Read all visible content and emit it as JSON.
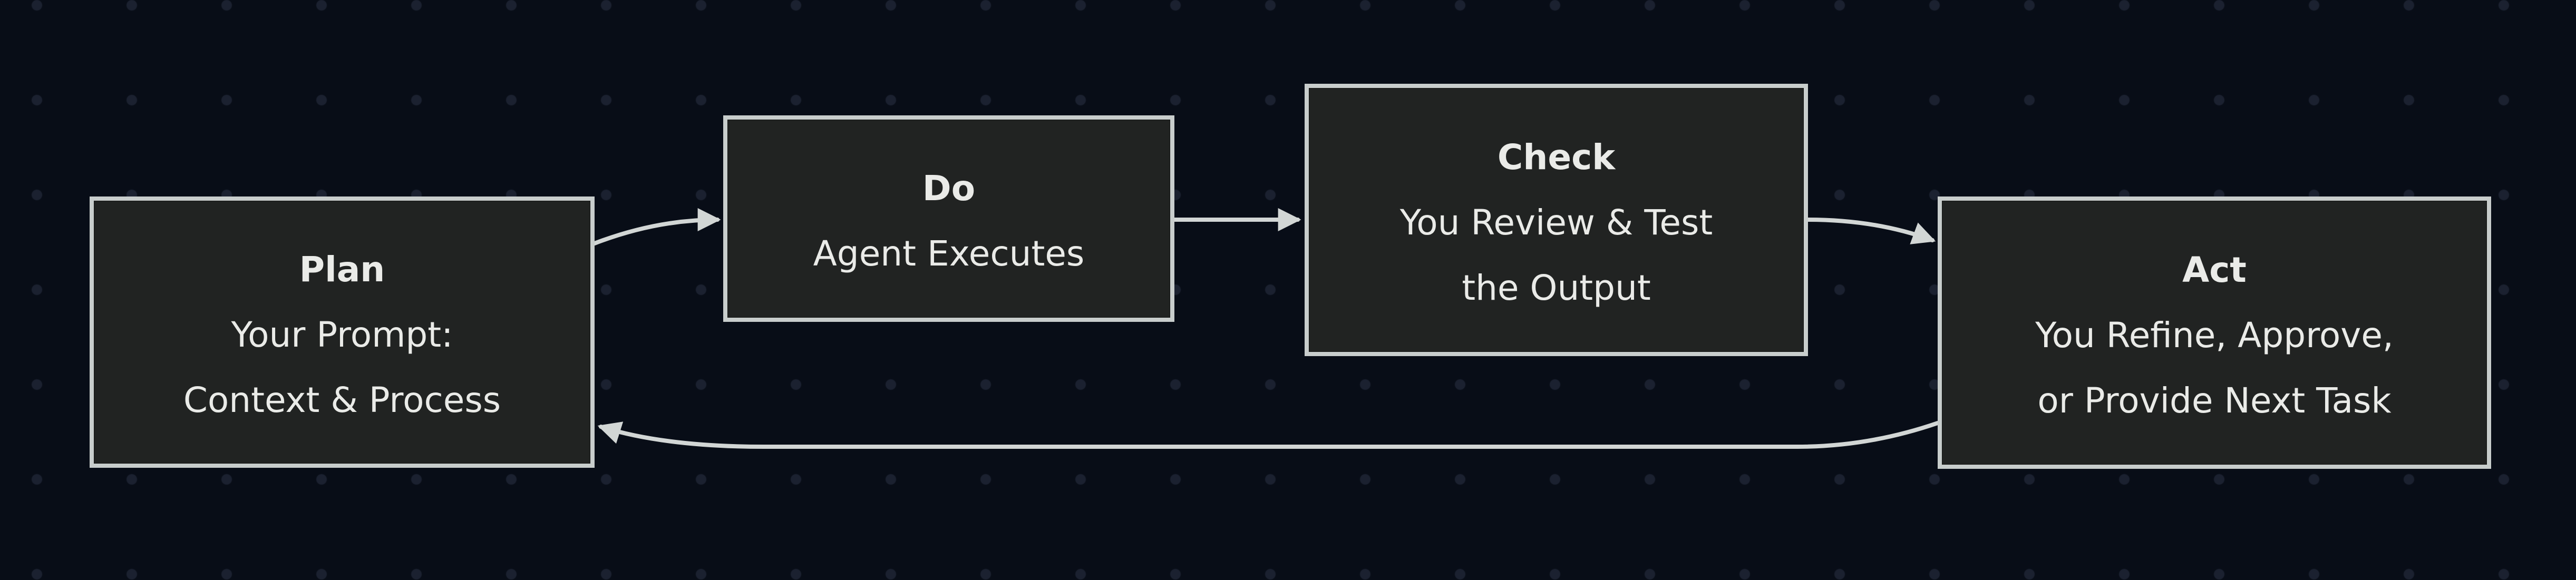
{
  "colors": {
    "bg": "#080d17",
    "dot": "#1b2130",
    "node_fill": "#212322",
    "node_border": "#c8cdcc",
    "text": "#eaebe8",
    "arrow": "#d2d6d5"
  },
  "diagram": {
    "type": "flowchart",
    "nodes": [
      {
        "id": "plan",
        "title": "Plan",
        "lines": [
          "Your Prompt:",
          "Context & Process"
        ]
      },
      {
        "id": "do",
        "title": "Do",
        "lines": [
          "Agent Executes"
        ]
      },
      {
        "id": "check",
        "title": "Check",
        "lines": [
          "You Review & Test",
          "the Output"
        ]
      },
      {
        "id": "act",
        "title": "Act",
        "lines": [
          "You Refine, Approve,",
          "or Provide Next Task"
        ]
      }
    ],
    "edges": [
      {
        "from": "Plan",
        "to": "Do"
      },
      {
        "from": "Do",
        "to": "Check"
      },
      {
        "from": "Check",
        "to": "Act"
      },
      {
        "from": "Act",
        "to": "Plan"
      }
    ]
  }
}
